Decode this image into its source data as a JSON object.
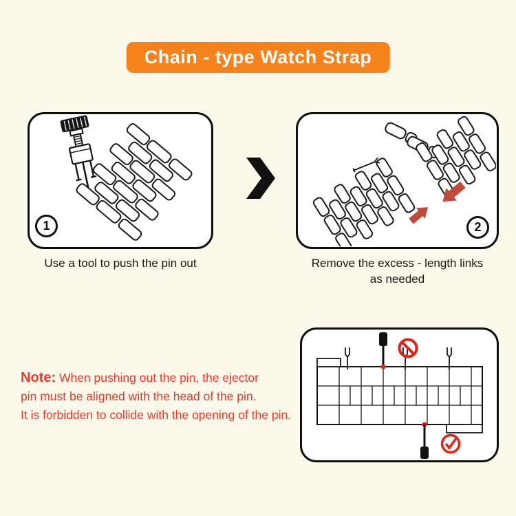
{
  "banner": {
    "title": "Chain - type Watch Strap"
  },
  "steps": [
    {
      "number": "1",
      "caption": "Use a tool to push the pin out"
    },
    {
      "number": "2",
      "caption_line1": "Remove the excess - length links",
      "caption_line2": "as needed"
    }
  ],
  "note": {
    "label": "Note:",
    "line1": "When pushing out the pin, the ejector",
    "line2": "pin must be aligned with the head of the pin.",
    "line3": "It is forbidden to collide with the opening of the pin."
  },
  "icons": {
    "between_steps": "chevron-right-icon",
    "wrong_way": "prohibited-icon",
    "right_way": "check-circle-icon",
    "direction_hints": "red-arrow-icon"
  },
  "colors": {
    "background": "#FCF8EA",
    "banner_bg": "#F6821C",
    "banner_text": "#FFFFFF",
    "outline_black": "#101010",
    "note_red": "#EA3B2C",
    "arrow_red": "#C14B38",
    "status_red": "#E02417"
  }
}
